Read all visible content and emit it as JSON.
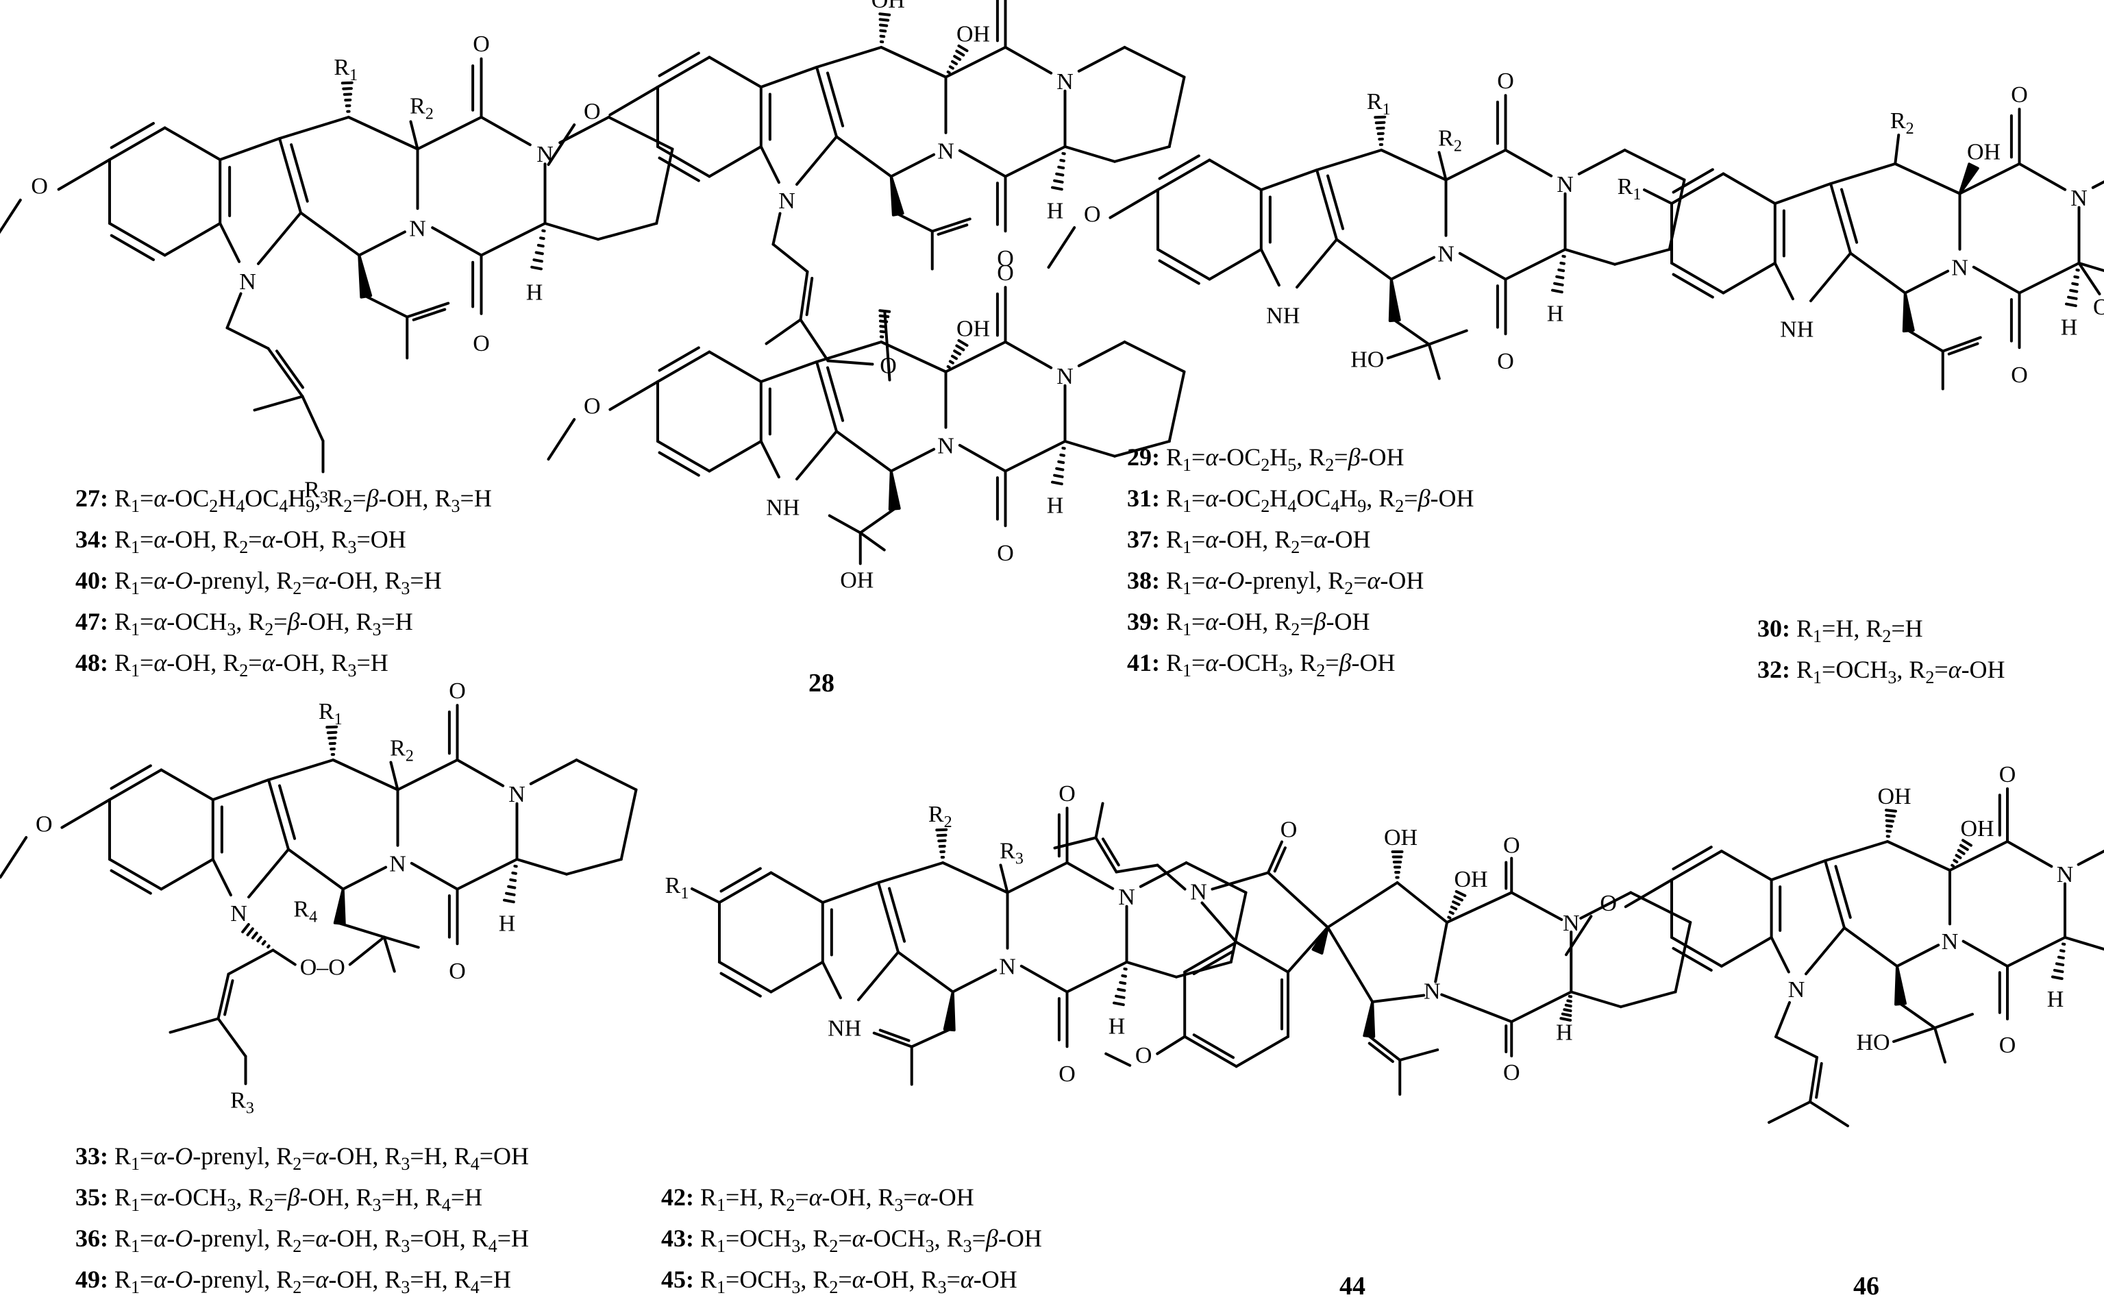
{
  "atoms": {
    "O": "O",
    "OH": "OH",
    "HO": "HO",
    "H": "H",
    "N": "N",
    "NH": "NH",
    "R": "R",
    "O_O": "O–O"
  },
  "panels": [
    {
      "id": "p1",
      "labels": [
        {
          "num": "27",
          "text": "R1=α-OC2H4OC4H9, R2=β-OH, R3=H"
        },
        {
          "num": "34",
          "text": "R1=α-OH, R2=α-OH, R3=OH"
        },
        {
          "num": "40",
          "text": "R1=α-O-prenyl, R2=α-OH, R3=H"
        },
        {
          "num": "47",
          "text": "R1=α-OCH3, R2=β-OH, R3=H"
        },
        {
          "num": "48",
          "text": "R1=α-OH, R2=α-OH, R3=H"
        }
      ]
    },
    {
      "id": "p2",
      "compound": "28"
    },
    {
      "id": "p3",
      "labels": [
        {
          "num": "29",
          "text": "R1=α-OC2H5, R2=β-OH"
        },
        {
          "num": "31",
          "text": "R1=α-OC2H4OC4H9, R2=β-OH"
        },
        {
          "num": "37",
          "text": "R1=α-OH, R2=α-OH"
        },
        {
          "num": "38",
          "text": "R1=α-O-prenyl, R2=α-OH"
        },
        {
          "num": "39",
          "text": "R1=α-OH, R2=β-OH"
        },
        {
          "num": "41",
          "text": "R1=α-OCH3, R2=β-OH"
        }
      ]
    },
    {
      "id": "p4",
      "labels": [
        {
          "num": "30",
          "text": "R1=H, R2=H"
        },
        {
          "num": "32",
          "text": "R1=OCH3, R2=α-OH"
        }
      ]
    },
    {
      "id": "p5",
      "labels": [
        {
          "num": "33",
          "text": "R1=α-O-prenyl, R2=α-OH, R3=H, R4=OH"
        },
        {
          "num": "35",
          "text": "R1=α-OCH3, R2=β-OH, R3=H, R4=H"
        },
        {
          "num": "36",
          "text": "R1=α-O-prenyl, R2=α-OH, R3=OH, R4=H"
        },
        {
          "num": "49",
          "text": "R1=α-O-prenyl, R2=α-OH, R3=H, R4=H"
        }
      ]
    },
    {
      "id": "p6",
      "labels": [
        {
          "num": "42",
          "text": "R1=H, R2=α-OH, R3=α-OH"
        },
        {
          "num": "43",
          "text": "R1=OCH3, R2=α-OCH3, R3=β-OH"
        },
        {
          "num": "45",
          "text": "R1=OCH3, R2=α-OH, R3=α-OH"
        }
      ]
    },
    {
      "id": "p7",
      "compound": "44"
    },
    {
      "id": "p8",
      "compound": "46"
    }
  ]
}
